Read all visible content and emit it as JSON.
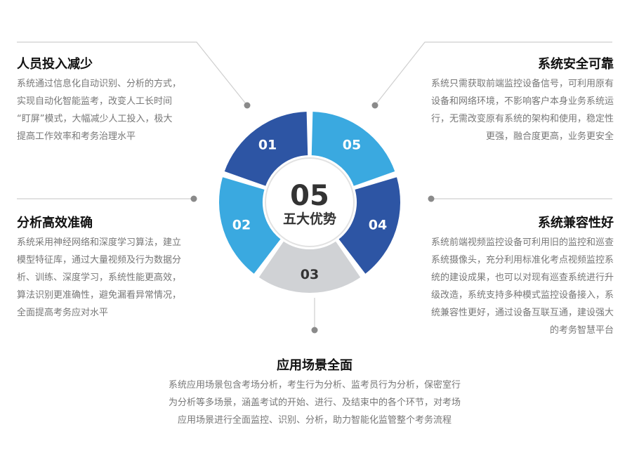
{
  "center": {
    "number": "05",
    "label": "五大优势"
  },
  "segments": [
    {
      "num": "01",
      "color": "#2d55a4",
      "text_color": "#ffffff"
    },
    {
      "num": "02",
      "color": "#3aa9e0",
      "text_color": "#ffffff"
    },
    {
      "num": "03",
      "color": "#d0d2d5",
      "text_color": "#333333"
    },
    {
      "num": "04",
      "color": "#2d55a4",
      "text_color": "#ffffff"
    },
    {
      "num": "05",
      "color": "#3aa9e0",
      "text_color": "#ffffff"
    }
  ],
  "blocks": {
    "b01": {
      "title": "人员投入减少",
      "lines": [
        "系统通过信息化自动识别、分析的方式，",
        "实现自动化智能监考，改变人工长时间",
        "“盯屏”模式，大幅减少人工投入，极大",
        "提高工作效率和考务治理水平"
      ]
    },
    "b02": {
      "title": "分析高效准确",
      "lines": [
        "系统采用神经网络和深度学习算法，建立",
        "模型特征库，通过大量视频及行为数据分",
        "析、训练、深度学习，系统性能更高效，",
        "算法识别更准确性，避免漏看异常情况，",
        "全面提高考务应对水平"
      ]
    },
    "b03": {
      "title": "应用场景全面",
      "lines": [
        "系统应用场景包含考场分析，考生行为分析、监考员行为分析，保密室行",
        "为分析等多场景，涵盖考试的开始、进行、及结束中的各个环节，对考场",
        "应用场景进行全面监控、识别、分析，助力智能化监管整个考务流程"
      ]
    },
    "b04": {
      "title": "系统兼容性好",
      "lines": [
        "系统前端视频监控设备可利用旧的监控和巡查",
        "系统摄像头，充分利用标准化考点视频监控系",
        "统的建设成果，也可以对现有巡查系统进行升",
        "级改造，系统支持多种模式监控设备接入，系",
        "统兼容性更好，通过设备互联互通，建设强大",
        "的考务智慧平台"
      ]
    },
    "b05": {
      "title": "系统安全可靠",
      "lines": [
        "系统只需获取前端监控设备信号，可利用原有",
        "设备和网络环境，不影响客户本身业务系统运",
        "行，无需改变原有系统的架构和使用，稳定性",
        "更强，融合度更高，业务更安全"
      ]
    }
  }
}
